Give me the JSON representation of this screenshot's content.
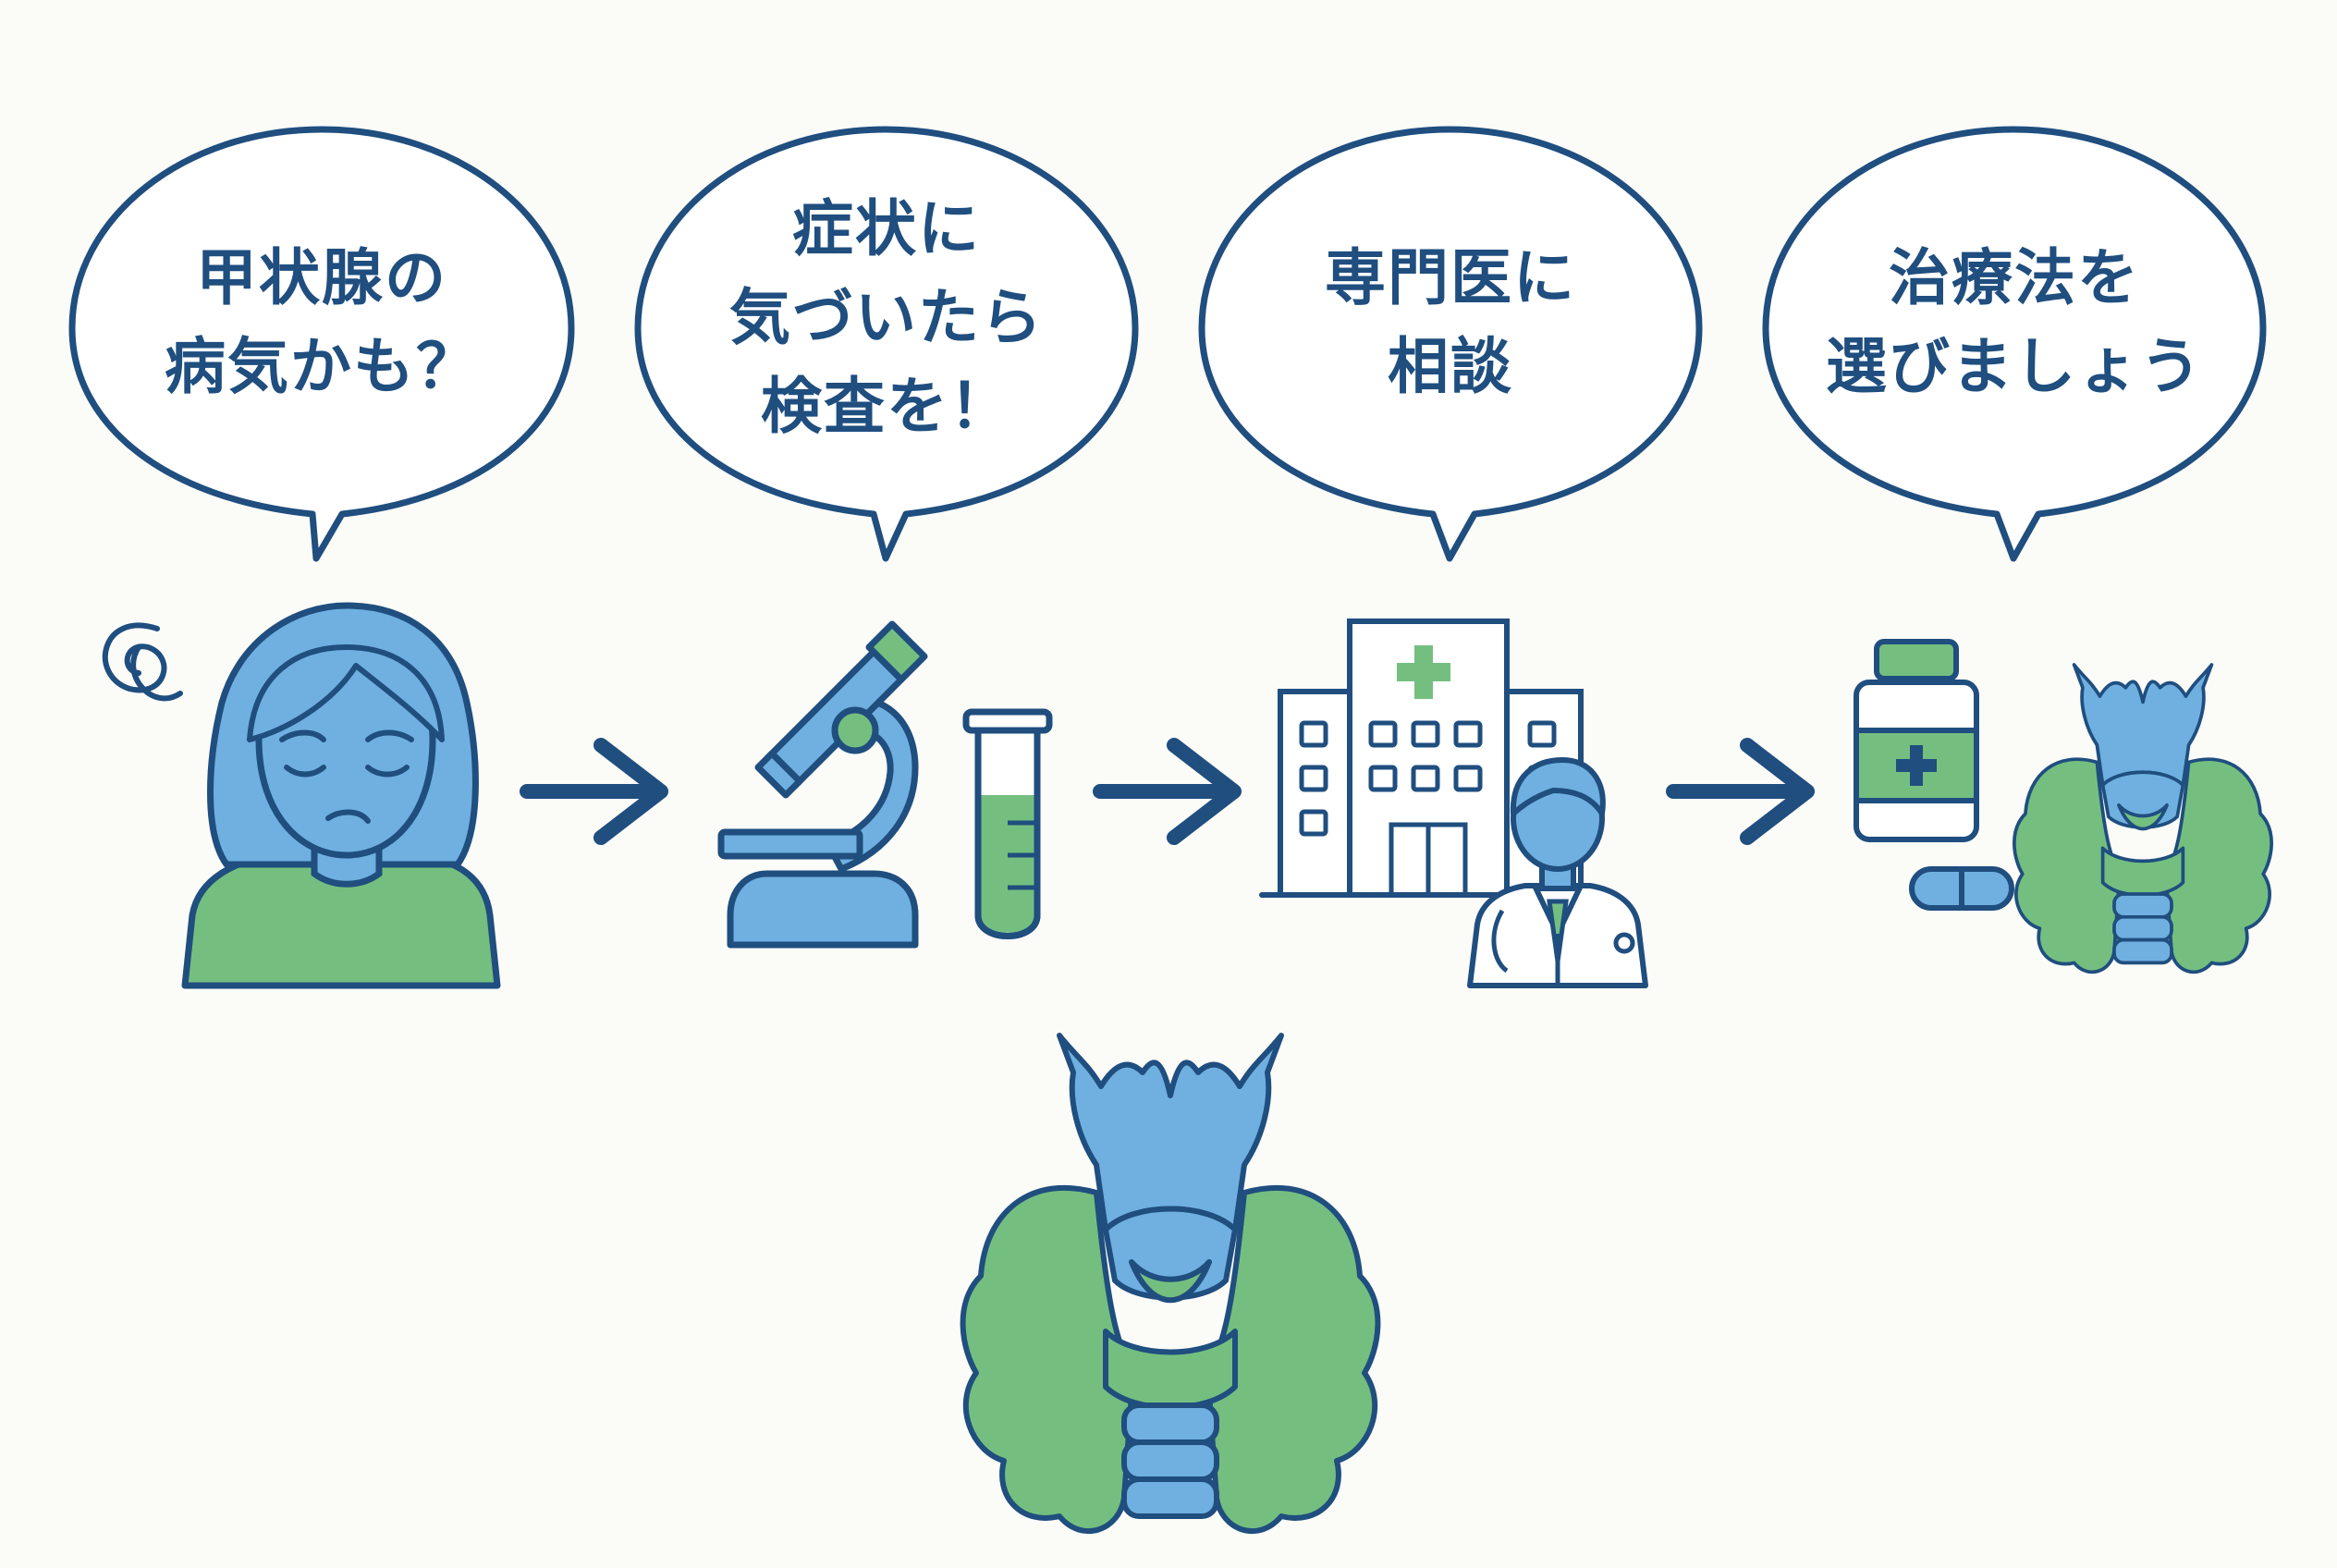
{
  "bubbles": [
    {
      "lines": [
        "甲状腺の",
        "病気かも？"
      ]
    },
    {
      "lines": [
        "症状に",
        "気づいたら",
        "検査を！"
      ]
    },
    {
      "lines": [
        "専門医に",
        "相談"
      ]
    },
    {
      "lines": [
        "治療法を",
        "選びましょう"
      ]
    }
  ],
  "icons": {
    "step1": "worried-woman-icon",
    "step2": "microscope-icon",
    "step2b": "test-tube-icon",
    "step3": "hospital-icon",
    "step3b": "doctor-icon",
    "step4": "medicine-bottle-icon",
    "step4b": "thyroid-icon",
    "bottom": "thyroid-icon"
  },
  "colors": {
    "outline": "#1f4e7f",
    "blue_fill": "#6fb0e0",
    "green_fill": "#74bf7f",
    "arrow": "#1f4e7f",
    "background": "#fbfbf8"
  }
}
